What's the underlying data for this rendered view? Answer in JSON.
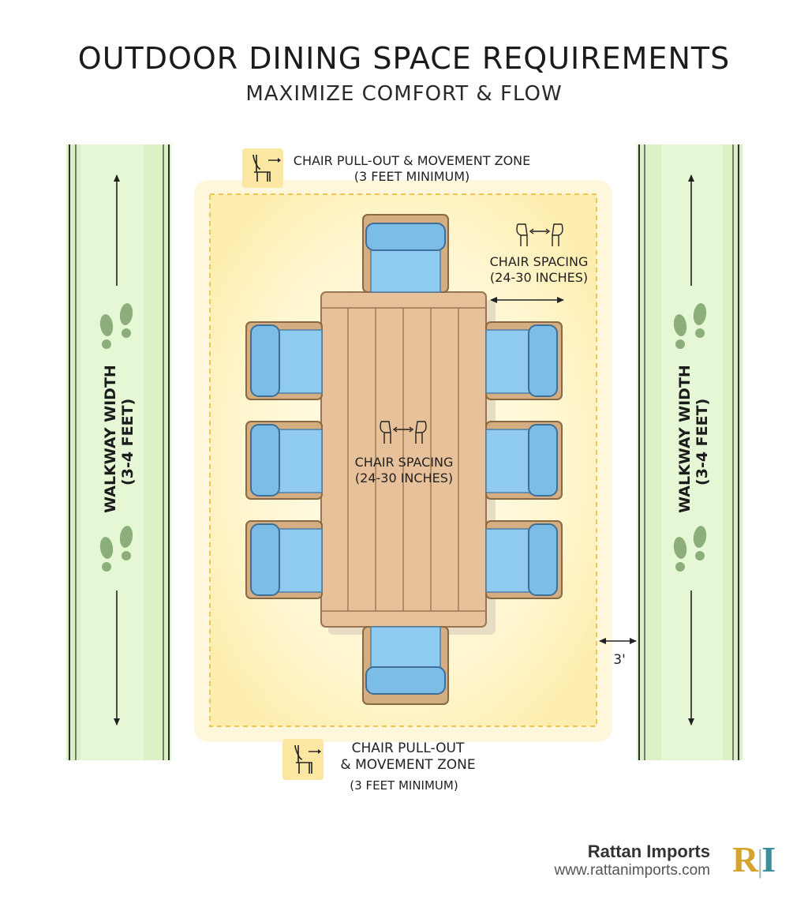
{
  "header": {
    "title": "OUTDOOR DINING SPACE REQUIREMENTS",
    "subtitle": "MAXIMIZE COMFORT & FLOW"
  },
  "walkways": {
    "left_label_line1": "WALKWAY WIDTH",
    "left_label_line2": "(3-4 FEET)",
    "right_label_line1": "WALKWAY WIDTH",
    "right_label_line2": "(3-4 FEET)"
  },
  "zone_top": {
    "line1": "CHAIR PULL-OUT & MOVEMENT ZONE",
    "line2": "(3 FEET MINIMUM)"
  },
  "zone_bottom": {
    "line1": "CHAIR PULL-OUT",
    "line2": "& MOVEMENT ZONE",
    "line3": "(3 FEET MINIMUM)"
  },
  "spacing_right": {
    "line1": "CHAIR SPACING",
    "line2": "(24-30 INCHES)"
  },
  "spacing_table": {
    "line1": "CHAIR SPACING",
    "line2": "(24-30 INCHES)"
  },
  "clearance": {
    "label": "3'"
  },
  "brand": {
    "name": "Rattan Imports",
    "url": "www.rattanimports.com",
    "logo_r": "R",
    "logo_i": "I"
  },
  "colors": {
    "walkway_green": "#dcf2c8",
    "zone_yellow": "#fdf3c4",
    "zone_border": "#f0c850",
    "table_wood": "#e8c39a",
    "cushion_blue": "#8fcaf0",
    "chair_frame": "#c9a074",
    "logo_gold": "#d4a52a",
    "logo_teal": "#3a8e9a"
  }
}
